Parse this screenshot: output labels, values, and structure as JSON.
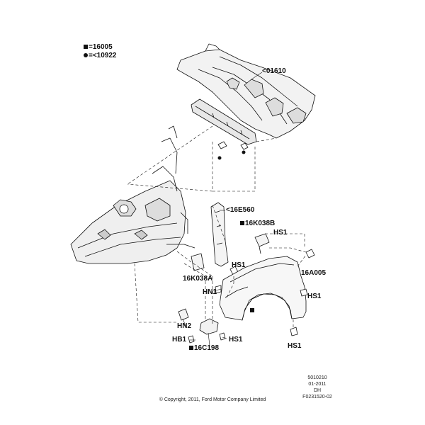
{
  "legend": {
    "square_label": "=16005",
    "circle_label": "=<10922"
  },
  "callouts": {
    "dash_panel": "<01610",
    "apron_brace": "<16E560",
    "bracket_b": "16K038B",
    "hs1_a": "HS1",
    "hs1_b": "HS1",
    "bracket_a": "16K038A",
    "hn1": "HN1",
    "fender_clip": "16A005",
    "hs1_c": "HS1",
    "hn2": "HN2",
    "hb1": "HB1",
    "hs1_d": "HS1",
    "splash_shield": "16C198",
    "hs1_e": "HS1"
  },
  "footer": {
    "code_1": "5010210",
    "code_2": "01-2011",
    "code_3": "DH",
    "code_4": "F0231520-02",
    "copyright": "© Copyright, 2011, Ford Motor Company Limited"
  }
}
